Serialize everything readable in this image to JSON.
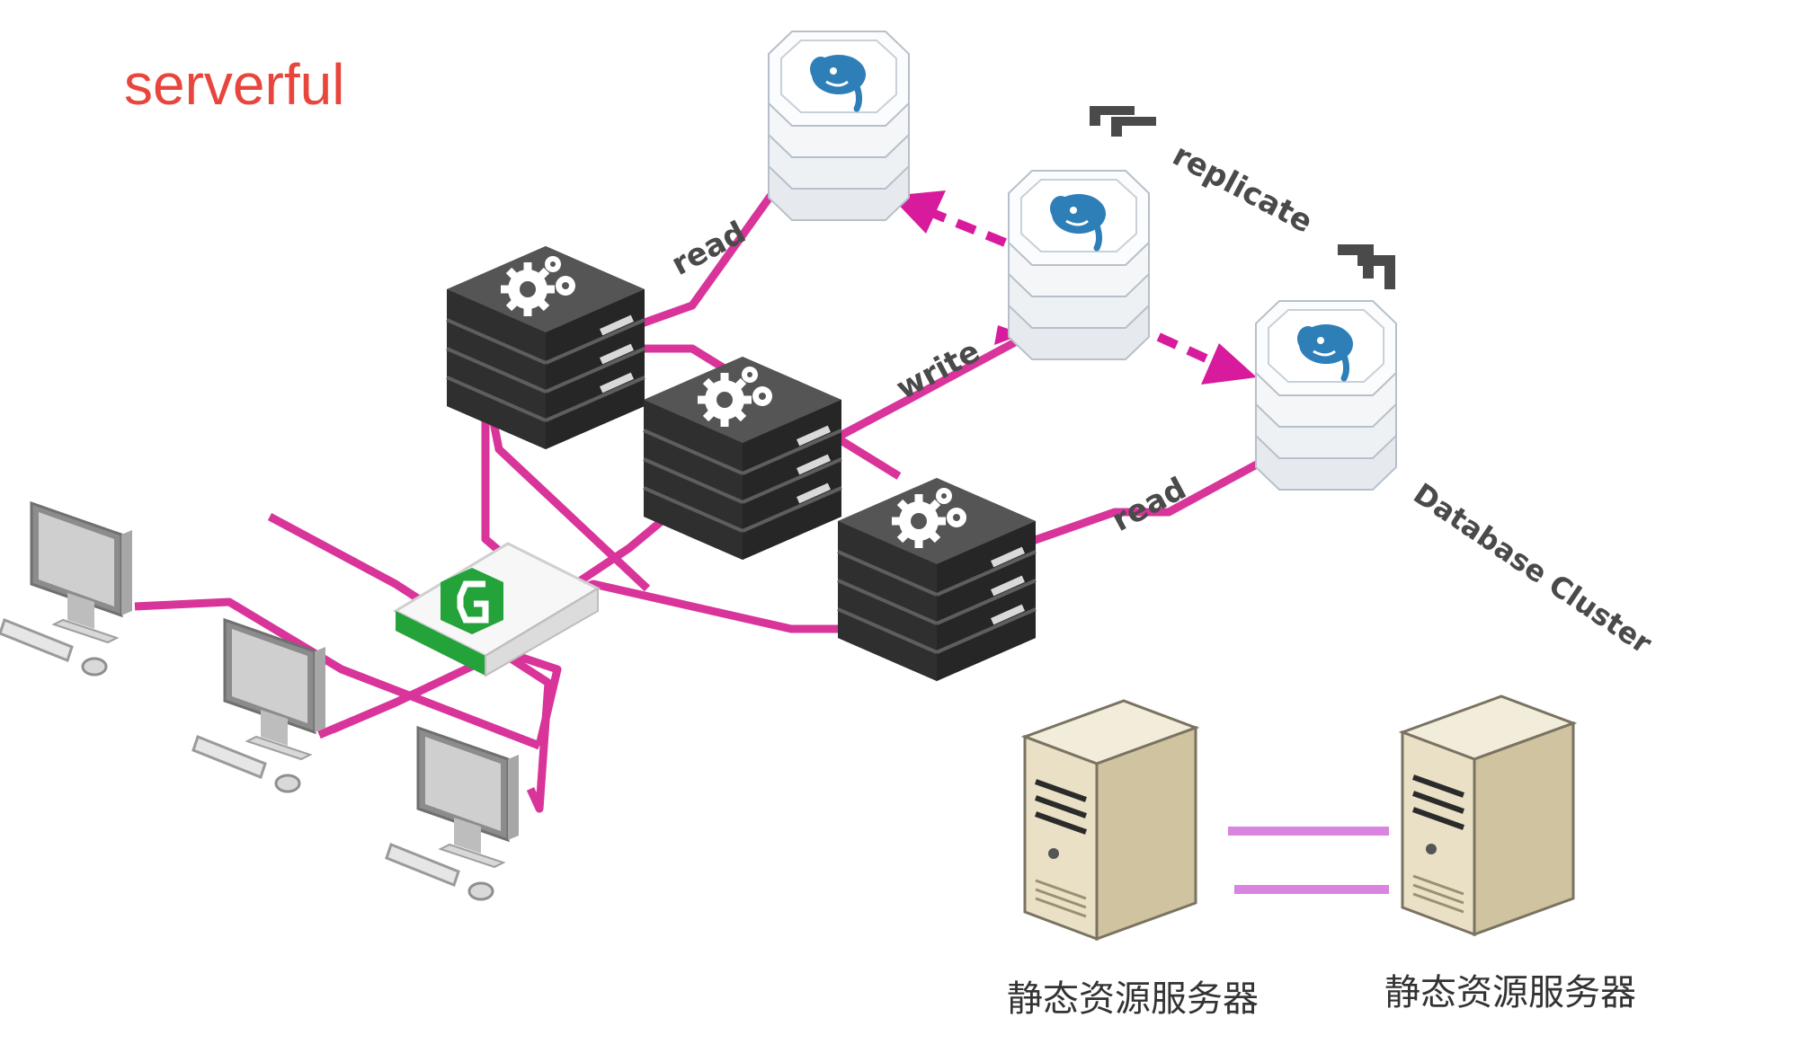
{
  "title": "serverful",
  "labels": {
    "read_top": "read",
    "write": "write",
    "read_bottom": "read",
    "replicate": "replicate",
    "database_cluster": "Database Cluster",
    "static_server_left": "静态资源服务器",
    "static_server_right": "静态资源服务器"
  },
  "icons": {
    "database": "postgres-elephant-icon",
    "app_server": "gear-icon",
    "load_balancer": "nginx-g-icon",
    "client": "desktop-computer-icon",
    "static_server": "tower-server-icon"
  },
  "colors": {
    "title": "#e8453c",
    "connection": "#d8349a",
    "arrow": "#d81a9c",
    "static_link": "#d884e0",
    "server_dark": "#4a4a4a",
    "db_blue": "#2e7fb8",
    "lb_green": "#23a33a",
    "tower_beige": "#e9e0c6"
  }
}
